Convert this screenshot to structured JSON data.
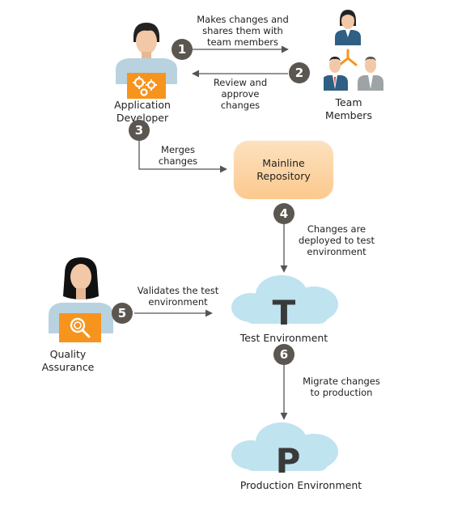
{
  "actors": {
    "developer": "Application\nDeveloper",
    "team": "Team\nMembers",
    "qa": "Quality\nAssurance"
  },
  "nodes": {
    "repo": "Mainline\nRepository",
    "test_env_letter": "T",
    "test_env": "Test Environment",
    "prod_env_letter": "P",
    "prod_env": "Production Environment"
  },
  "steps": [
    {
      "num": "1",
      "text": "Makes changes and\nshares them with\nteam members"
    },
    {
      "num": "2",
      "text": "Review and\napprove\nchanges"
    },
    {
      "num": "3",
      "text": "Merges\nchanges"
    },
    {
      "num": "4",
      "text": "Changes are\ndeployed to test\nenvironment"
    },
    {
      "num": "5",
      "text": "Validates the test\nenvironment"
    },
    {
      "num": "6",
      "text": "Migrate changes\nto production"
    }
  ],
  "colors": {
    "accent_orange": "#f7941d",
    "step_badge": "#5b5650",
    "cloud": "#bfe3ef",
    "arrow": "#555555"
  },
  "icons": [
    "developer-person-icon",
    "gears-icon",
    "team-people-icon",
    "qa-person-icon",
    "magnifier-icon",
    "cloud-icon"
  ]
}
